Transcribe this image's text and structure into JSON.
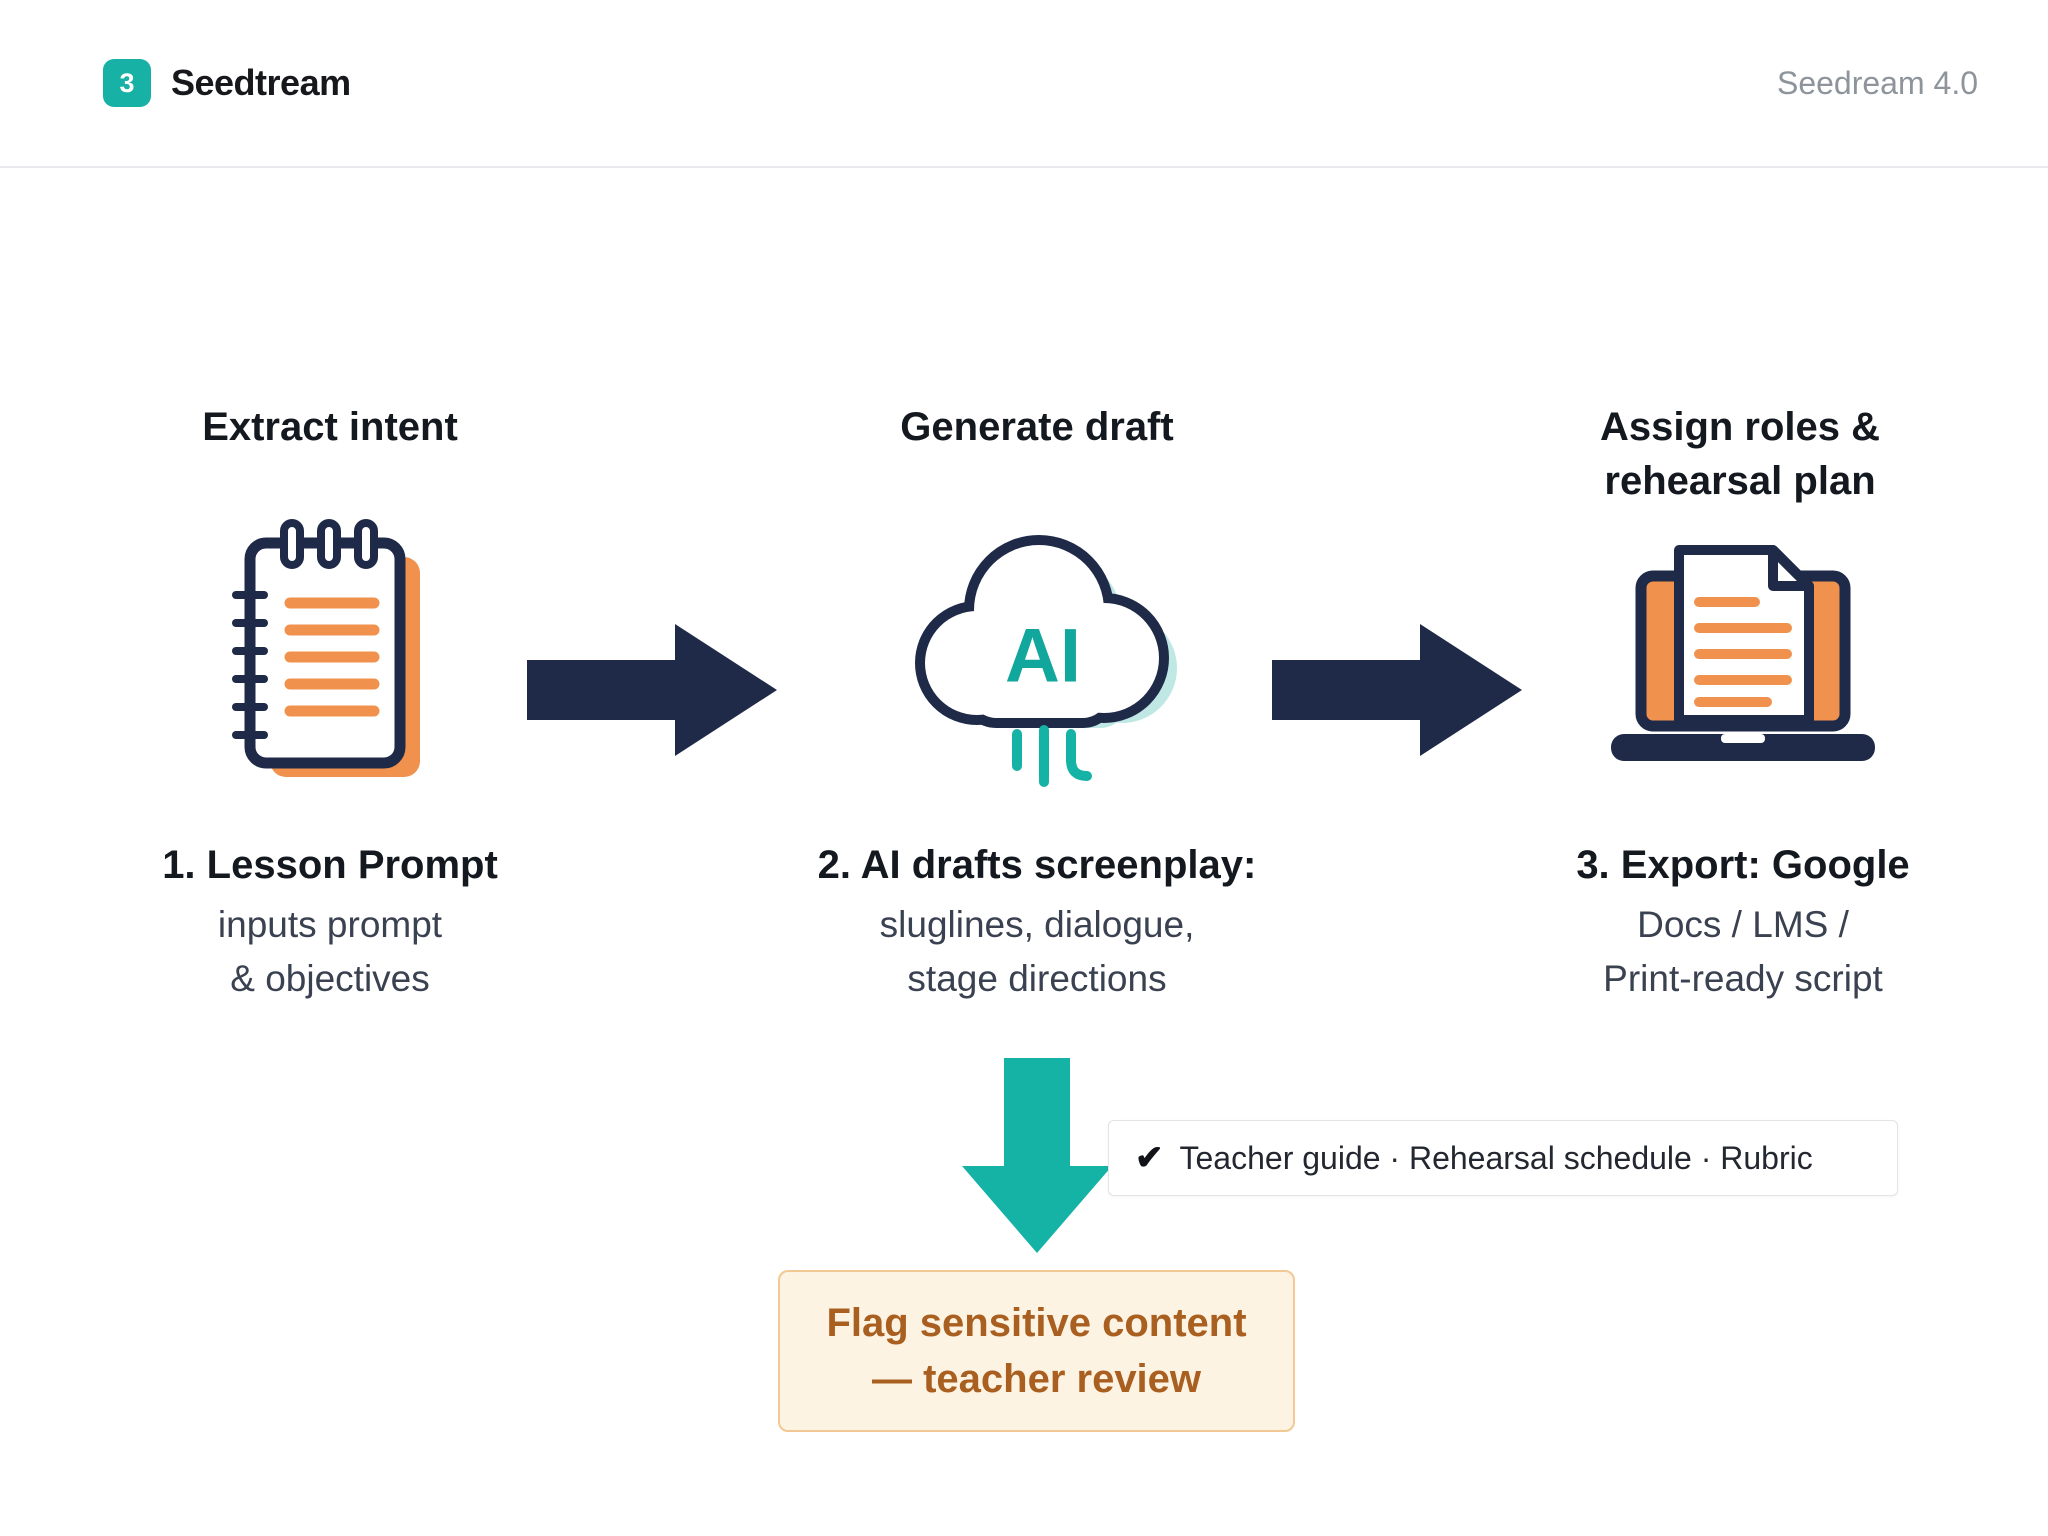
{
  "header": {
    "logo_glyph": "3",
    "brand": "Seedtream",
    "version": "Seedream 4.0"
  },
  "steps": [
    {
      "heading": "Extract intent",
      "icon": "notepad-icon",
      "caption_title": "1. Lesson Prompt",
      "caption_lines": [
        "inputs prompt",
        "& objectives"
      ]
    },
    {
      "heading": "Generate draft",
      "icon": "ai-cloud-icon",
      "cloud_label": "AI",
      "caption_title": "2. AI drafts screenplay:",
      "caption_lines": [
        "sluglines, dialogue,",
        "stage directions"
      ]
    },
    {
      "heading": "Assign roles & rehearsal plan",
      "icon": "laptop-document-icon",
      "caption_title": "3. Export: Google",
      "caption_lines": [
        "Docs / LMS /",
        "Print-ready script"
      ]
    }
  ],
  "checklist": {
    "check_icon": "✔",
    "text": "Teacher guide · Rehearsal schedule · Rubric"
  },
  "flag_box": {
    "line1": "Flag sensitive content",
    "line2": "— teacher review"
  },
  "colors": {
    "navy": "#1e2a47",
    "teal": "#15b2a6",
    "teal_light": "#bfe8e4",
    "orange": "#f0924e",
    "flag_text": "#a85f1f",
    "flag_bg": "#fdf3e3",
    "flag_border": "#f2c894"
  }
}
